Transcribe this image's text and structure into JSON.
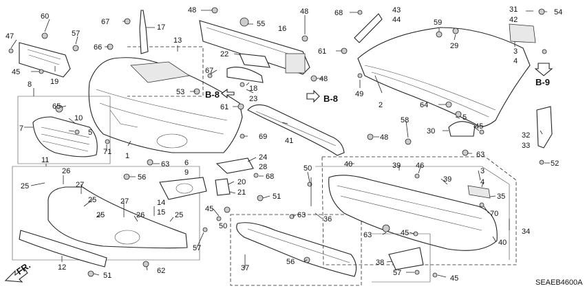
{
  "diagram": {
    "code": "SEAEB4600A",
    "direction_label": "FR.",
    "references": [
      "B-8",
      "B-8",
      "B-9"
    ],
    "callouts": [
      {
        "id": "c60",
        "text": "60"
      },
      {
        "id": "c47",
        "text": "47"
      },
      {
        "id": "c57a",
        "text": "57"
      },
      {
        "id": "c66",
        "text": "66"
      },
      {
        "id": "c45a",
        "text": "45"
      },
      {
        "id": "c19",
        "text": "19"
      },
      {
        "id": "c67a",
        "text": "67"
      },
      {
        "id": "c17",
        "text": "17"
      },
      {
        "id": "c48a",
        "text": "48"
      },
      {
        "id": "c55",
        "text": "55"
      },
      {
        "id": "c16",
        "text": "16"
      },
      {
        "id": "c48b",
        "text": "48"
      },
      {
        "id": "c68a",
        "text": "68"
      },
      {
        "id": "c43",
        "text": "43"
      },
      {
        "id": "c44",
        "text": "44"
      },
      {
        "id": "c31",
        "text": "31"
      },
      {
        "id": "c42",
        "text": "42"
      },
      {
        "id": "c54",
        "text": "54"
      },
      {
        "id": "c13",
        "text": "13"
      },
      {
        "id": "c22",
        "text": "22"
      },
      {
        "id": "c61a",
        "text": "61"
      },
      {
        "id": "c59",
        "text": "59"
      },
      {
        "id": "c29",
        "text": "29"
      },
      {
        "id": "c3a",
        "text": "3"
      },
      {
        "id": "c4a",
        "text": "4"
      },
      {
        "id": "c8",
        "text": "8"
      },
      {
        "id": "c67b",
        "text": "67"
      },
      {
        "id": "c53",
        "text": "53"
      },
      {
        "id": "c18",
        "text": "18"
      },
      {
        "id": "c23",
        "text": "23"
      },
      {
        "id": "c48c",
        "text": "48"
      },
      {
        "id": "c49",
        "text": "49"
      },
      {
        "id": "c2",
        "text": "2"
      },
      {
        "id": "c65",
        "text": "65"
      },
      {
        "id": "c10",
        "text": "10"
      },
      {
        "id": "c61b",
        "text": "61"
      },
      {
        "id": "c64",
        "text": "64"
      },
      {
        "id": "c5a",
        "text": "5"
      },
      {
        "id": "c7",
        "text": "7"
      },
      {
        "id": "c5b",
        "text": "5"
      },
      {
        "id": "c69",
        "text": "69"
      },
      {
        "id": "c30",
        "text": "30"
      },
      {
        "id": "c45b",
        "text": "45"
      },
      {
        "id": "c32",
        "text": "32"
      },
      {
        "id": "c33",
        "text": "33"
      },
      {
        "id": "c71",
        "text": "71"
      },
      {
        "id": "c1",
        "text": "1"
      },
      {
        "id": "c41",
        "text": "41"
      },
      {
        "id": "c58",
        "text": "58"
      },
      {
        "id": "c48d",
        "text": "48"
      },
      {
        "id": "c63a",
        "text": "63"
      },
      {
        "id": "c6",
        "text": "6"
      },
      {
        "id": "c9",
        "text": "9"
      },
      {
        "id": "c24",
        "text": "24"
      },
      {
        "id": "c28",
        "text": "28"
      },
      {
        "id": "c11",
        "text": "11"
      },
      {
        "id": "c63b",
        "text": "63"
      },
      {
        "id": "c40a",
        "text": "40"
      },
      {
        "id": "c39a",
        "text": "39"
      },
      {
        "id": "c46",
        "text": "46"
      },
      {
        "id": "c52",
        "text": "52"
      },
      {
        "id": "c26a",
        "text": "26"
      },
      {
        "id": "c56a",
        "text": "56"
      },
      {
        "id": "c68b",
        "text": "68"
      },
      {
        "id": "c3b",
        "text": "3"
      },
      {
        "id": "c25a",
        "text": "25"
      },
      {
        "id": "c27a",
        "text": "27"
      },
      {
        "id": "c20",
        "text": "20"
      },
      {
        "id": "c21",
        "text": "21"
      },
      {
        "id": "c50a",
        "text": "50"
      },
      {
        "id": "c39b",
        "text": "39"
      },
      {
        "id": "c4b",
        "text": "4"
      },
      {
        "id": "c25b",
        "text": "25"
      },
      {
        "id": "c51a",
        "text": "51"
      },
      {
        "id": "c35",
        "text": "35"
      },
      {
        "id": "c27b",
        "text": "27"
      },
      {
        "id": "c14",
        "text": "14"
      },
      {
        "id": "c15",
        "text": "15"
      },
      {
        "id": "c45c",
        "text": "45"
      },
      {
        "id": "c70",
        "text": "70"
      },
      {
        "id": "c25c",
        "text": "25"
      },
      {
        "id": "c26b",
        "text": "26"
      },
      {
        "id": "c25d",
        "text": "25"
      },
      {
        "id": "c63c",
        "text": "63"
      },
      {
        "id": "c36",
        "text": "36"
      },
      {
        "id": "c34",
        "text": "34"
      },
      {
        "id": "c50b",
        "text": "50"
      },
      {
        "id": "c57b",
        "text": "57"
      },
      {
        "id": "c63d",
        "text": "63"
      },
      {
        "id": "c45d",
        "text": "45"
      },
      {
        "id": "c40b",
        "text": "40"
      },
      {
        "id": "c12",
        "text": "12"
      },
      {
        "id": "c62",
        "text": "62"
      },
      {
        "id": "c37",
        "text": "37"
      },
      {
        "id": "c56b",
        "text": "56"
      },
      {
        "id": "c38",
        "text": "38"
      },
      {
        "id": "c51b",
        "text": "51"
      },
      {
        "id": "c57c",
        "text": "57"
      },
      {
        "id": "c45e",
        "text": "45"
      }
    ]
  }
}
